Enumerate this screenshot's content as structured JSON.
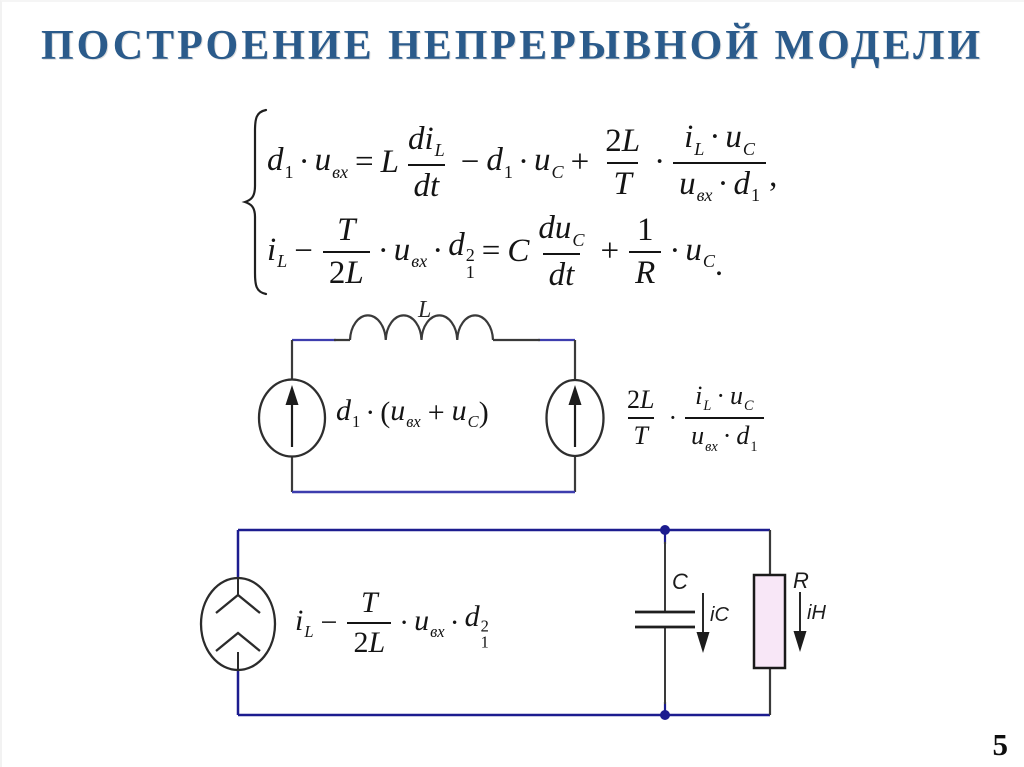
{
  "title": {
    "text": "ПОСТРОЕНИЕ НЕПРЕРЫВНОЙ МОДЕЛИ",
    "color": "#2b5b8b"
  },
  "page_number": "5",
  "colors": {
    "wire_dark": "#3a3a3a",
    "wire_blue": "#3d3dae",
    "circuit2_frame": "#1c1c8f",
    "resistor_fill": "#f8e7f7",
    "ink": "#141414"
  },
  "sym": {
    "d": "d",
    "one": "1",
    "two": "2",
    "dot": "·",
    "u": "u",
    "vx": "вх",
    "equals": "=",
    "L": "L",
    "i": "i",
    "C": "C",
    "T": "T",
    "R": "R",
    "di": "di",
    "dt": "dt",
    "du": "du",
    "minus": "−",
    "plus": "+",
    "comma": ",",
    "period": ".",
    "lparen": "(",
    "rparen": ")"
  },
  "equations": {
    "eq1_text": "d1·uвх = L·diL/dt − d1·uC + (2L/T)·(iL·uC)/(uвх·d1),",
    "eq2_text": "iL − (T/2L)·uвх·d1² = C·duC/dt + (1/R)·uC."
  },
  "circuit1": {
    "inductor_label": "L",
    "source1_label_text": "d1·(uвх + uC)",
    "source2_label_text": "(2L/T)·(iL·uC)/(uвх·d1)"
  },
  "circuit2": {
    "source_label_text": "iL − (T/2L)·uвх·d1²",
    "capacitor_label": "C",
    "capacitor_current_label": "iC",
    "resistor_label": "R",
    "resistor_current_label": "iН"
  }
}
